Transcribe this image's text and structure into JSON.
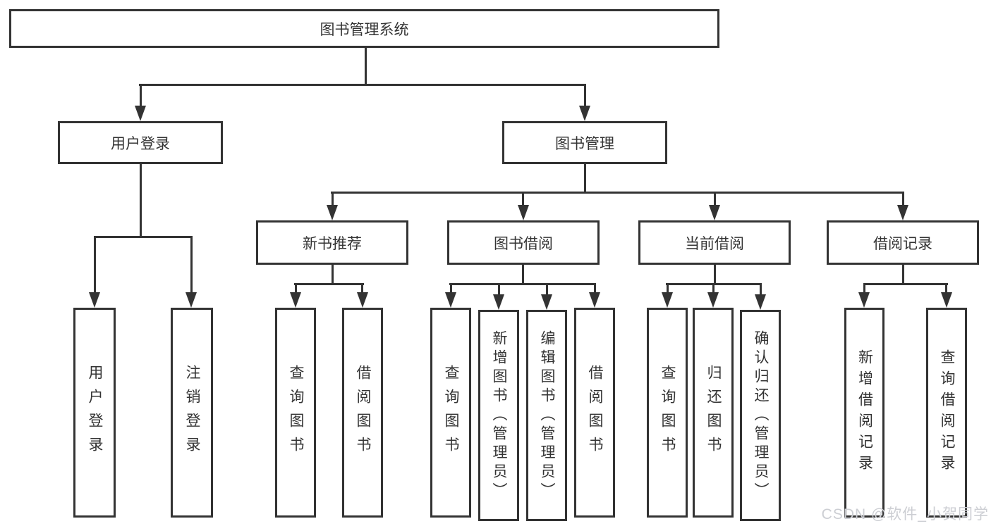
{
  "diagram_title": "图书管理系统",
  "colors": {
    "line": "#333333",
    "text": "#333333",
    "background": "#ffffff",
    "watermark": "#ccced3"
  },
  "nodes": {
    "root": {
      "label": "图书管理系统"
    },
    "login": {
      "label": "用户登录"
    },
    "mgmt": {
      "label": "图书管理"
    },
    "login_c1": {
      "label": "用户登录"
    },
    "login_c2": {
      "label": "注销登录"
    },
    "rec": {
      "label": "新书推荐"
    },
    "borrow": {
      "label": "图书借阅"
    },
    "current": {
      "label": "当前借阅"
    },
    "record": {
      "label": "借阅记录"
    },
    "rec_c1": {
      "label": "查询图书"
    },
    "rec_c2": {
      "label": "借阅图书"
    },
    "borrow_c1": {
      "label": "查询图书"
    },
    "borrow_c2": {
      "label": "新增图书（管理员）"
    },
    "borrow_c3": {
      "label": "编辑图书（管理员）"
    },
    "borrow_c4": {
      "label": "借阅图书"
    },
    "current_c1": {
      "label": "查询图书"
    },
    "current_c2": {
      "label": "归还图书"
    },
    "current_c3": {
      "label": "确认归还（管理员）"
    },
    "record_c1": {
      "label": "新增借阅记录"
    },
    "record_c2": {
      "label": "查询借阅记录"
    }
  },
  "watermark": {
    "text": "CSDN @软件_小贺同学"
  }
}
